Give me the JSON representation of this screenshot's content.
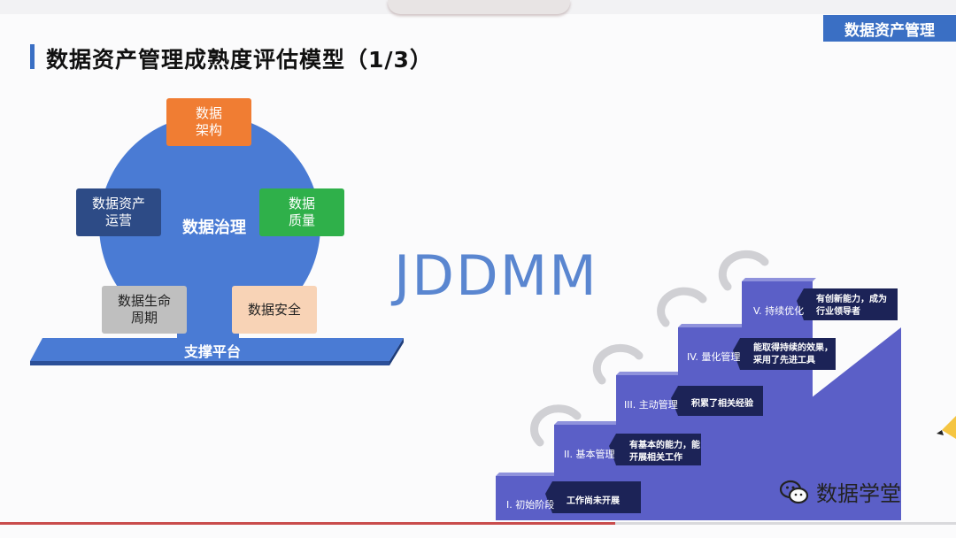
{
  "header": {
    "section_tag": "数据资产管理",
    "title": "数据资产管理成熟度评估模型（1/3）"
  },
  "governance": {
    "center": "数据治理",
    "platform": "支撑平台",
    "boxes": {
      "architecture": "数据\n架构",
      "operations": "数据资产\n运营",
      "quality": "数据\n质量",
      "lifecycle": "数据生命\n周期",
      "security": "数据安全"
    }
  },
  "model_name": "JDDMM",
  "stages": [
    {
      "label": "I. 初始阶段",
      "desc": "工作尚未开展"
    },
    {
      "label": "II. 基本管理",
      "desc": "有基本的能力，能\n开展相关工作"
    },
    {
      "label": "III. 主动管理",
      "desc": "积累了相关经验"
    },
    {
      "label": "IV. 量化管理",
      "desc": "能取得持续的效果，\n采用了先进工具"
    },
    {
      "label": "V. 持续优化",
      "desc": "有创新能力，成为\n行业领导者"
    }
  ],
  "watermark": "数据学堂",
  "colors": {
    "accent": "#3a6fc4",
    "circle": "#4a7bd4",
    "step": "#5b5fc7",
    "desc_box": "#1c2357"
  }
}
